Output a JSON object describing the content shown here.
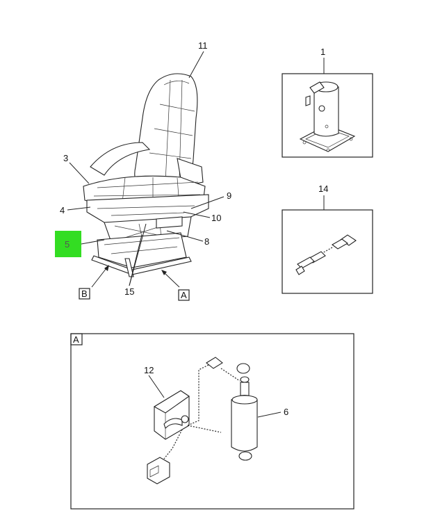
{
  "callouts": {
    "c1": "1",
    "c3": "3",
    "c4": "4",
    "c5": "5",
    "c6": "6",
    "c8": "8",
    "c9": "9",
    "c10": "10",
    "c11": "11",
    "c12": "12",
    "c14": "14",
    "c15": "15"
  },
  "views": {
    "A": "A",
    "B": "B",
    "detail_A": "A"
  },
  "colors": {
    "highlight": "#33dd22",
    "outline": "#222222"
  }
}
